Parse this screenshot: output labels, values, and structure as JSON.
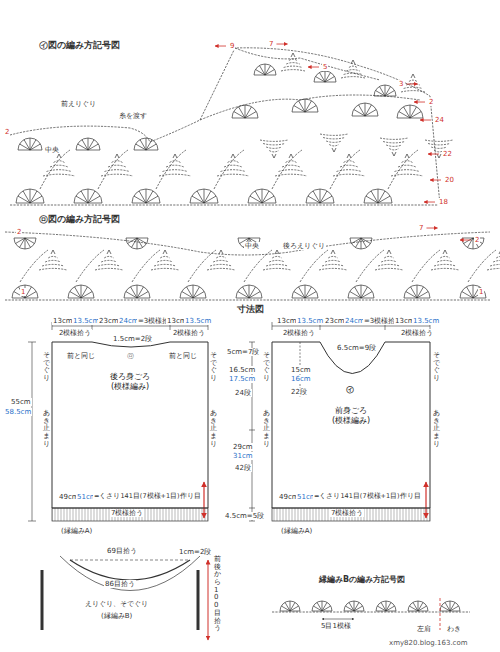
{
  "diagram": {
    "nodes": [
      {
        "text": [
          "後ろ身ごろ",
          "(模様編み)"
        ]
      },
      {
        "text": [
          "前身ごろ",
          "(模様編み)"
        ]
      }
    ],
    "labels": [
      "㋑図の編み方記号図",
      "9",
      "7",
      "5",
      "3",
      "2",
      "24",
      "22",
      "20",
      "18",
      "2",
      "前えりぐり",
      "糸を渡す",
      "中央",
      "㋺図の編み方記号図",
      "2",
      "1",
      "中央",
      "後ろえりぐり",
      "7",
      "2",
      "1",
      "寸法図",
      "13cm",
      "13.5cm",
      "2模様拾う",
      "23cm",
      "24cm",
      "=3模様拾う",
      "13cm",
      "13.5cm",
      "2模様拾う",
      "1.5cm=2段",
      "前と同じ",
      "㋺",
      "前と同じ",
      "55cm",
      "58.5cm",
      "そでぐり",
      "あき止まり",
      "そでぐり",
      "あき止まり",
      "49cm",
      "51cm",
      "=くさり141目(7模様+1目)作り目",
      "7模様拾う",
      "(縁編みA)",
      "13cm",
      "13.5cm",
      "2模様拾う",
      "23cm",
      "24cm",
      "=3模様拾う",
      "13cm",
      "13.5cm",
      "2模様拾う",
      "6.5cm=9段",
      "15cm",
      "16cm",
      "22段",
      "㋑",
      "5cm=7段",
      "16.5cm",
      "17.5cm",
      "24段",
      "29cm",
      "31cm",
      "42段",
      "4.5cm=5段",
      "そでぐり",
      "あき止まり",
      "そでぐり",
      "あき止まり",
      "49cm",
      "51cm",
      "=くさり141目(7模様+1目)作り目",
      "7模様拾う",
      "(縁編みA)",
      "69目拾う",
      "1cm=2段",
      "86目拾う",
      "えりぐり、そでぐり",
      "(縁編みB)",
      "前後から100目拾う",
      "縁編みBの編み方記号図",
      "5目1模様",
      "左肩",
      "わき",
      "xmy820.blog.163.com"
    ]
  }
}
